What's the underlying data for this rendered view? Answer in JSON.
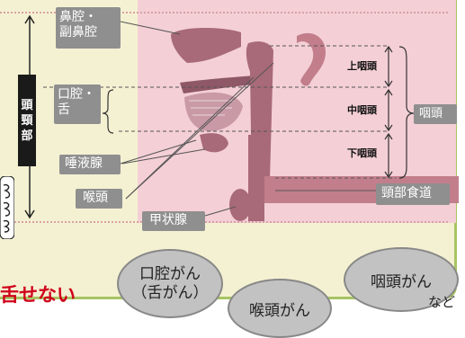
{
  "colors": {
    "panel_bg": "#f4f1d2",
    "pink_zone": "#f4cfd6",
    "organ": "#a86a78",
    "label_bg": "#8f8f8f",
    "warning_text": "#d0021b",
    "panel_border": "#a7c463"
  },
  "head_neck_label": [
    "頭",
    "頸",
    "部"
  ],
  "labels": {
    "nasal": "鼻腔・\n副鼻腔",
    "nasal_line1": "鼻腔・",
    "nasal_line2": "副鼻腔",
    "oral_line1": "口腔・",
    "oral_line2": "舌",
    "salivary": "唾液腺",
    "larynx": "喉頭",
    "thyroid": "甲状腺",
    "cervical_esophagus": "頸部食道",
    "pharynx": "咽頭"
  },
  "pharynx_parts": {
    "upper": "上咽頭",
    "middle": "中咽頭",
    "lower": "下咽頭"
  },
  "bubbles": {
    "oral_cancer_line1": "口腔がん",
    "oral_cancer_line2": "（舌がん）",
    "larynx_cancer": "喉頭がん",
    "pharynx_cancer": "咽頭がん"
  },
  "etc": "など",
  "warning": "舌せない",
  "icons": [
    "lettering-icon",
    "head-profile-icon"
  ]
}
